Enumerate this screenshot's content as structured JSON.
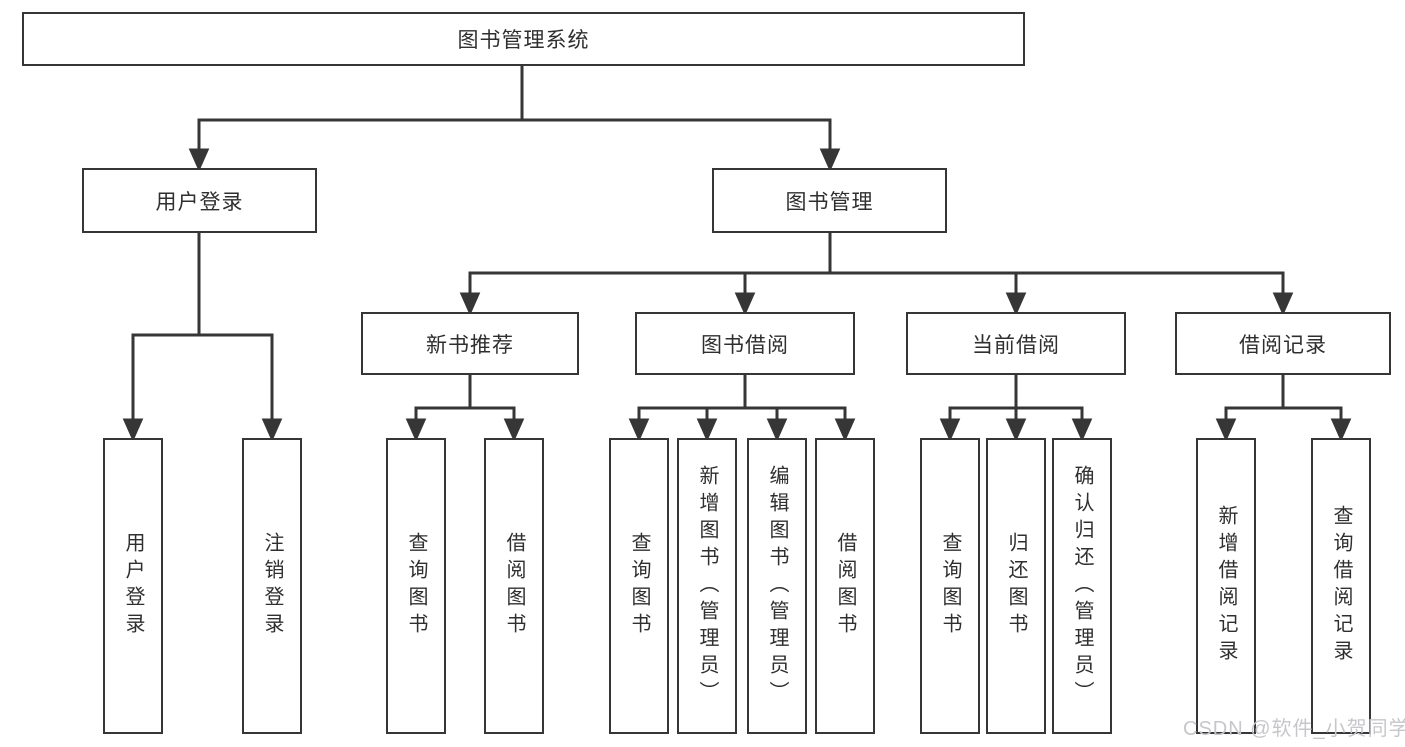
{
  "diagram": {
    "root": {
      "label": "图书管理系统"
    },
    "branches": [
      {
        "label": "用户登录",
        "children": [
          {
            "label": "用户登录"
          },
          {
            "label": "注销登录"
          }
        ]
      },
      {
        "label": "图书管理",
        "children": [
          {
            "label": "新书推荐",
            "children": [
              {
                "label": "查询图书"
              },
              {
                "label": "借阅图书"
              }
            ]
          },
          {
            "label": "图书借阅",
            "children": [
              {
                "label": "查询图书"
              },
              {
                "label": "新增图书（管理员）"
              },
              {
                "label": "编辑图书（管理员）"
              },
              {
                "label": "借阅图书"
              }
            ]
          },
          {
            "label": "当前借阅",
            "children": [
              {
                "label": "查询图书"
              },
              {
                "label": "归还图书"
              },
              {
                "label": "确认归还（管理员）"
              }
            ]
          },
          {
            "label": "借阅记录",
            "children": [
              {
                "label": "新增借阅记录"
              },
              {
                "label": "查询借阅记录"
              }
            ]
          }
        ]
      }
    ],
    "watermark": "CSDN @软件_小贺同学",
    "colors": {
      "line": "#363636",
      "text": "#2f2f2f",
      "watermark": "#c7c7cb",
      "background": "#ffffff"
    }
  }
}
